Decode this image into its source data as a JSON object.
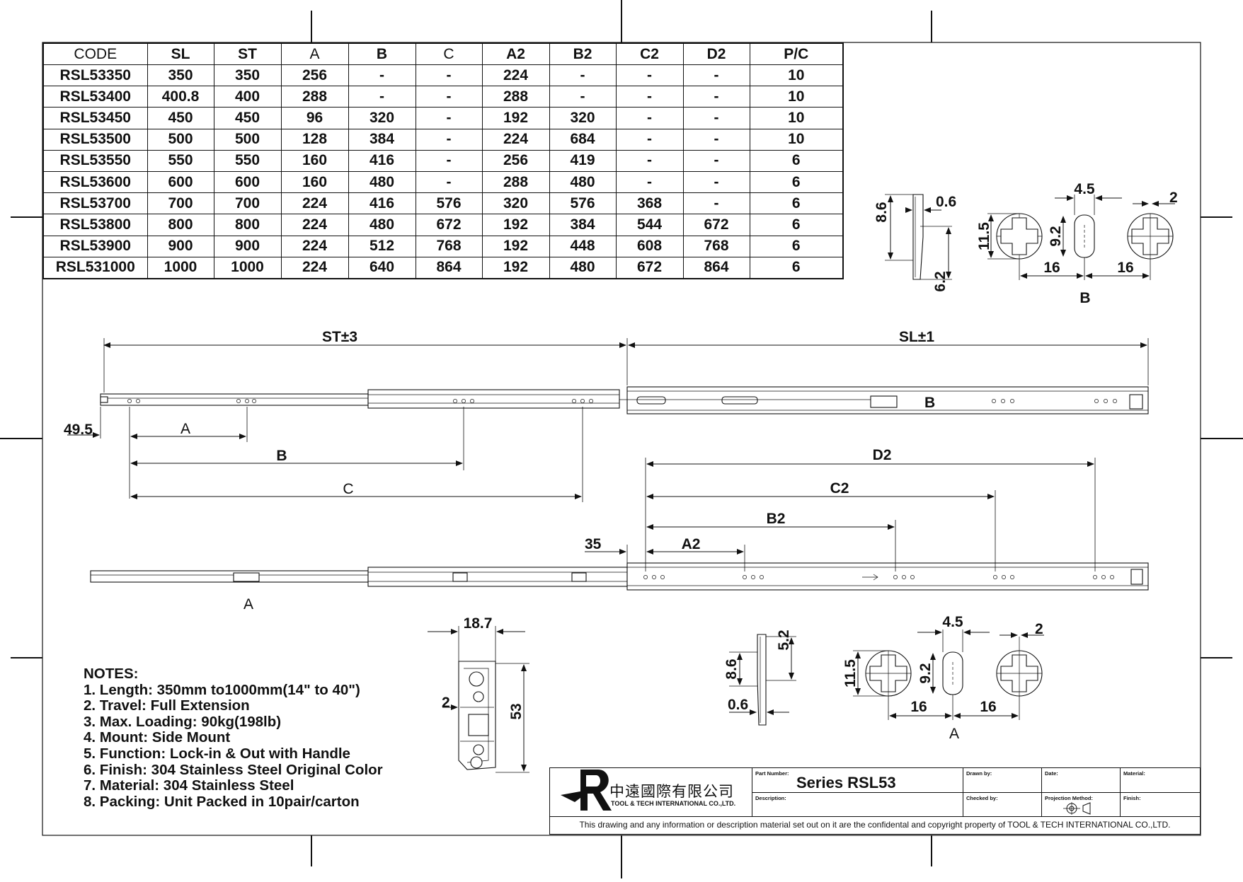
{
  "table": {
    "headers": [
      "CODE",
      "SL",
      "ST",
      "A",
      "B",
      "C",
      "A2",
      "B2",
      "C2",
      "D2",
      "P/C"
    ],
    "rows": [
      [
        "RSL53350",
        "350",
        "350",
        "256",
        "-",
        "-",
        "224",
        "-",
        "-",
        "-",
        "10"
      ],
      [
        "RSL53400",
        "400.8",
        "400",
        "288",
        "-",
        "-",
        "288",
        "-",
        "-",
        "-",
        "10"
      ],
      [
        "RSL53450",
        "450",
        "450",
        "96",
        "320",
        "-",
        "192",
        "320",
        "-",
        "-",
        "10"
      ],
      [
        "RSL53500",
        "500",
        "500",
        "128",
        "384",
        "-",
        "224",
        "684",
        "-",
        "-",
        "10"
      ],
      [
        "RSL53550",
        "550",
        "550",
        "160",
        "416",
        "-",
        "256",
        "419",
        "-",
        "-",
        "6"
      ],
      [
        "RSL53600",
        "600",
        "600",
        "160",
        "480",
        "-",
        "288",
        "480",
        "-",
        "-",
        "6"
      ],
      [
        "RSL53700",
        "700",
        "700",
        "224",
        "416",
        "576",
        "320",
        "576",
        "368",
        "-",
        "6"
      ],
      [
        "RSL53800",
        "800",
        "800",
        "224",
        "480",
        "672",
        "192",
        "384",
        "544",
        "672",
        "6"
      ],
      [
        "RSL53900",
        "900",
        "900",
        "224",
        "512",
        "768",
        "192",
        "448",
        "608",
        "768",
        "6"
      ],
      [
        "RSL531000",
        "1000",
        "1000",
        "224",
        "640",
        "864",
        "192",
        "480",
        "672",
        "864",
        "6"
      ]
    ]
  },
  "dimensions": {
    "st": "ST±3",
    "sl": "SL±1",
    "offset_front": "49.5",
    "a": "A",
    "b": "B",
    "c": "C",
    "d2": "D2",
    "c2": "C2",
    "b2": "B2",
    "a2": "A2",
    "offset_rear": "35",
    "detail_b_marker": "B",
    "detail_a_marker": "A"
  },
  "detail_b": {
    "label": "B",
    "thickness": "0.6",
    "height": "8.6",
    "depth": "6.2",
    "slot_width": "4.5",
    "slot_height": "9.2",
    "hole_size": "11.5",
    "pitch_left": "16",
    "pitch_right": "16",
    "gap": "2"
  },
  "detail_a": {
    "label": "A",
    "thickness": "0.6",
    "height": "8.6",
    "depth": "5.2",
    "slot_width": "4.5",
    "slot_height": "9.2",
    "hole_size": "11.5",
    "pitch_left": "16",
    "pitch_right": "16",
    "gap": "2"
  },
  "cross_section": {
    "width": "18.7",
    "height": "53",
    "gap": "2"
  },
  "notes": {
    "title": "NOTES:",
    "lines": [
      "1. Length: 350mm to1000mm(14\" to 40\")",
      "2. Travel: Full Extension",
      "3. Max. Loading: 90kg(198lb)",
      "4. Mount: Side Mount",
      "5. Function: Lock-in & Out with Handle",
      "6. Finish: 304 Stainless Steel Original Color",
      "7. Material: 304 Stainless Steel",
      "8. Packing: Unit Packed in 10pair/carton"
    ]
  },
  "title_block": {
    "company_cn": "中遠國際有限公司",
    "company_en": "TOOL & TECH INTERNATIONAL CO.,LTD.",
    "part_number_label": "Part Number:",
    "series": "Series RSL53",
    "description_label": "Description:",
    "drawn_by_label": "Drawn by:",
    "checked_by_label": "Checked by:",
    "date_label": "Date:",
    "projection_label": "Projection Method:",
    "material_label": "Material:",
    "finish_label": "Finish:",
    "copyright": "This drawing and any information or description material set out on it are the confidental and copyright property of TOOL & TECH INTERNATIONAL CO.,LTD."
  }
}
